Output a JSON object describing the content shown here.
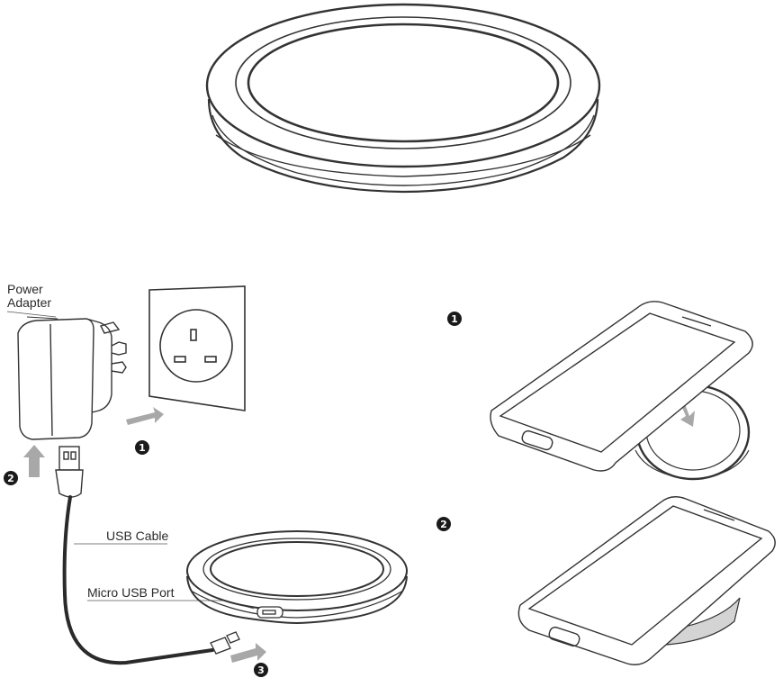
{
  "labels": {
    "power_adapter_line1": "Power",
    "power_adapter_line2": "Adapter",
    "usb_cable": "USB Cable",
    "micro_usb_port": "Micro USB Port"
  },
  "steps": {
    "setup": [
      "1",
      "2",
      "3"
    ],
    "usage": [
      "1",
      "2"
    ]
  },
  "colors": {
    "line": "#333333",
    "arrow": "#a8a8a8",
    "badge": "#1a1a1a",
    "cable": "#2a2a2a"
  },
  "icons": {
    "charger": "wireless-charging-pad",
    "adapter": "power-adapter-icon",
    "socket": "wall-socket-icon",
    "phone": "smartphone-icon"
  }
}
